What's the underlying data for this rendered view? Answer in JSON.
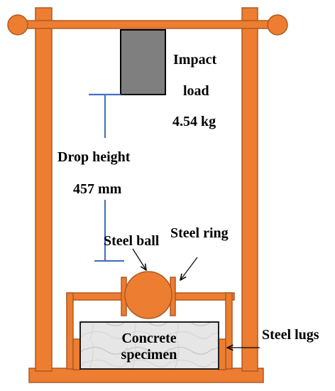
{
  "labels": {
    "impact_line1": "Impact",
    "impact_line2": "load",
    "impact_line3": "4.54 kg",
    "drop_line1": "Drop height",
    "drop_line2": "457 mm",
    "steel_ball": "Steel ball",
    "steel_ring": "Steel ring",
    "concrete_line1": "Concrete",
    "concrete_line2": "specimen",
    "steel_lugs": "Steel lugs"
  },
  "colors": {
    "frame_fill": "#ED7D31",
    "frame_stroke": "#AE5A21",
    "impact_load_fill": "#7F7F7F",
    "drop_height_line": "#4472C4",
    "specimen_fill": "#E4E4E4",
    "arrow": "#000000"
  }
}
